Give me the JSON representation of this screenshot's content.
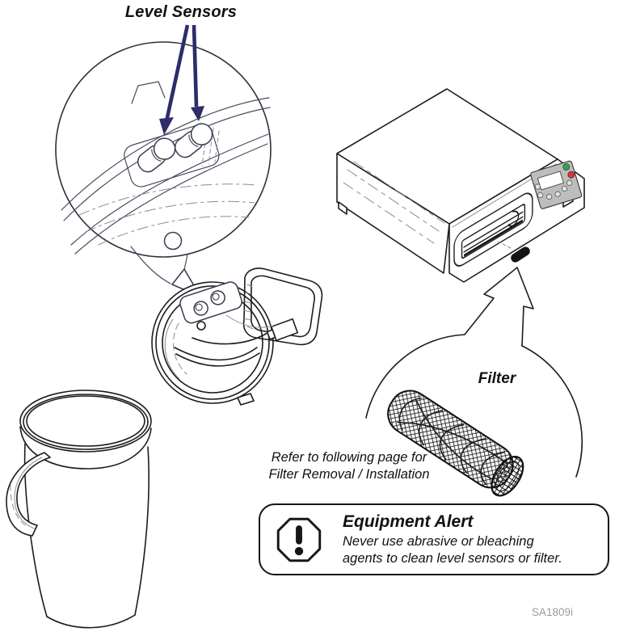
{
  "figure": {
    "labels": {
      "level_sensors": "Level Sensors",
      "filter": "Filter"
    },
    "refer_note": {
      "line1": "Refer to following page for",
      "line2": "Filter Removal / Installation"
    },
    "alert": {
      "title": "Equipment Alert",
      "body_line1": "Never use abrasive or bleaching",
      "body_line2": "agents to clean level sensors or filter."
    },
    "figure_code": "SA1809i",
    "icons": {
      "alert_icon": "exclamation-octagon-icon",
      "pointer_icons": "navy-arrow-icons"
    },
    "colors": {
      "arrow_navy": "#2d2d6b",
      "ink": "#1c1c1c",
      "panel_gray": "#bdbdbd",
      "button_green": "#33a14e",
      "button_red": "#d63a35",
      "filter_dark": "#141414",
      "code_gray": "#9b9b9b"
    }
  }
}
